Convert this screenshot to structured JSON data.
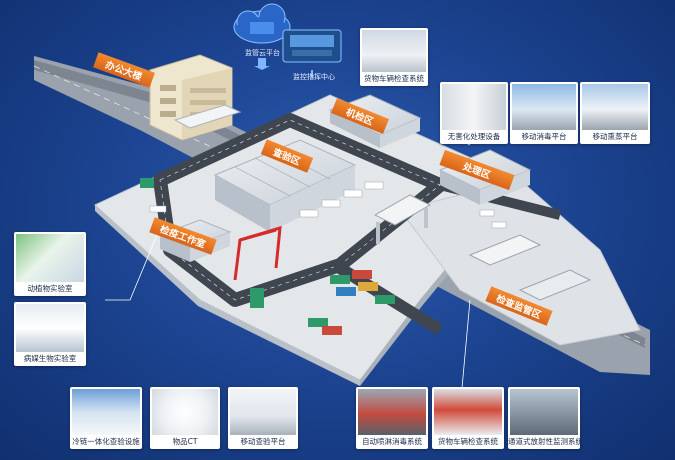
{
  "cloud": {
    "platform": "监管云平台",
    "center": "监控指挥中心"
  },
  "zones": {
    "office": "办公大楼",
    "inspection": "查验区",
    "parking": "机检区",
    "disposal": "处理区",
    "quarantine": "检疫工作室",
    "checkpoint": "检查监管区"
  },
  "cards": {
    "cargo_top": "货物车辆检查系统",
    "harmless": "无害化处理设备",
    "mobile_disinfect": "移动消毒平台",
    "mobile_fumigate": "移动熏蒸平台",
    "plant_lab": "动植物实验室",
    "pathogen_lab": "病媒生物实验室",
    "cold_chain": "冷链一体化查验设施",
    "goods_ct": "物品CT",
    "mobile_inspect": "移动查验平台",
    "auto_spray": "自动喷淋消毒系统",
    "cargo_bottom": "货物车辆检查系统",
    "radiation": "通道式放射性监测系统"
  }
}
